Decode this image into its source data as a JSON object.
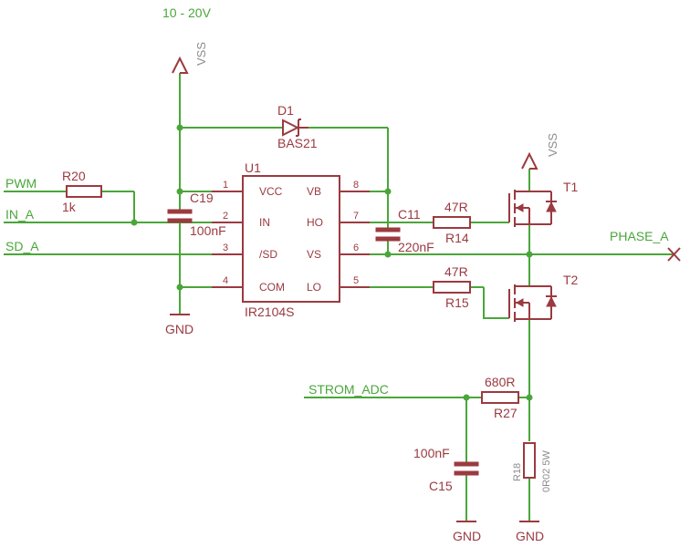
{
  "supply_label": "10 - 20V",
  "nets": {
    "pwm": "PWM",
    "in_a": "IN_A",
    "sd_a": "SD_A",
    "phase_a": "PHASE_A",
    "strom_adc": "STROM_ADC"
  },
  "power": {
    "vss_left": "VSS",
    "vss_right": "VSS",
    "gnd_c19": "GND",
    "gnd_c15": "GND",
    "gnd_r18": "GND"
  },
  "u1": {
    "ref": "U1",
    "value": "IR2104S",
    "pins_left": [
      {
        "num": "1",
        "name": "VCC"
      },
      {
        "num": "2",
        "name": "IN"
      },
      {
        "num": "3",
        "name": "/SD"
      },
      {
        "num": "4",
        "name": "COM"
      }
    ],
    "pins_right": [
      {
        "num": "8",
        "name": "VB"
      },
      {
        "num": "7",
        "name": "HO"
      },
      {
        "num": "6",
        "name": "VS"
      },
      {
        "num": "5",
        "name": "LO"
      }
    ]
  },
  "components": {
    "r20": {
      "ref": "R20",
      "value": "1k"
    },
    "c19": {
      "ref": "C19",
      "value": "100nF"
    },
    "d1": {
      "ref": "D1",
      "value": "BAS21"
    },
    "c11": {
      "ref": "C11",
      "value": "220nF"
    },
    "r14": {
      "ref": "R14",
      "value": "47R"
    },
    "r15": {
      "ref": "R15",
      "value": "47R"
    },
    "t1": {
      "ref": "T1"
    },
    "t2": {
      "ref": "T2"
    },
    "r27": {
      "ref": "R27",
      "value": "680R"
    },
    "c15": {
      "ref": "C15",
      "value": "100nF"
    },
    "r18": {
      "ref": "R18",
      "value": "0R02 5W"
    }
  },
  "colors": {
    "wire": "#4aa63a",
    "symbol": "#9b3a40",
    "label_gray": "#8c8c8c",
    "background": "#ffffff"
  }
}
